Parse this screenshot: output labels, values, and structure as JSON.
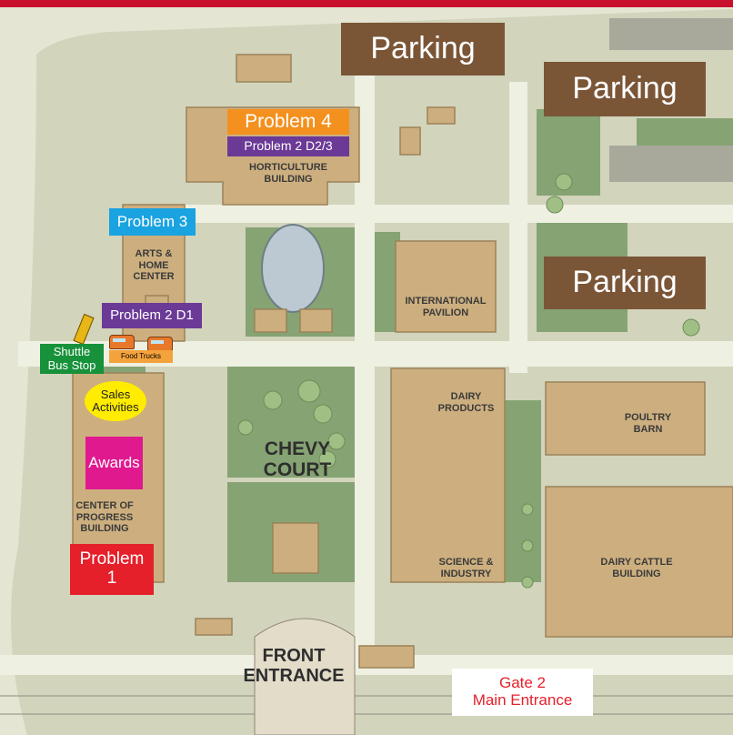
{
  "colors": {
    "parking": "#7a5637",
    "problem4": "#f4901e",
    "problem2": "#6b3a96",
    "problem3": "#19a3e0",
    "shuttle": "#17913a",
    "sales": "#ffec00",
    "awards": "#e0198f",
    "problem1": "#e5202b",
    "gate_text": "#e5202b",
    "building": "#cdaf7f",
    "green": "#7f9e6c",
    "path": "#e9ebda"
  },
  "labels": {
    "parking_1": "Parking",
    "parking_2": "Parking",
    "parking_3": "Parking",
    "problem_4": "Problem 4",
    "problem_2_d23": "Problem 2 D2/3",
    "problem_3": "Problem 3",
    "problem_2_d1": "Problem 2 D1",
    "shuttle": "Shuttle\nBus Stop",
    "food_trucks": "Food Trucks",
    "sales": "Sales\nActivities",
    "awards": "Awards",
    "problem_1": "Problem\n1",
    "gate": "Gate 2\nMain Entrance"
  },
  "buildings": {
    "horticulture": "HORTICULTURE\nBUILDING",
    "arts_home": "ARTS &\nHOME\nCENTER",
    "international": "INTERNATIONAL\nPAVILION",
    "dairy_products": "DAIRY\nPRODUCTS",
    "poultry": "POULTRY\nBARN",
    "center_progress": "CENTER OF\nPROGRESS\nBUILDING",
    "chevy": "CHEVY\nCOURT",
    "science": "SCIENCE &\nINDUSTRY",
    "dairy_cattle": "DAIRY CATTLE\nBUILDING",
    "front": "FRONT\nENTRANCE"
  },
  "icons": {
    "bus": "school-bus-icon",
    "truck": "food-truck-icon"
  }
}
